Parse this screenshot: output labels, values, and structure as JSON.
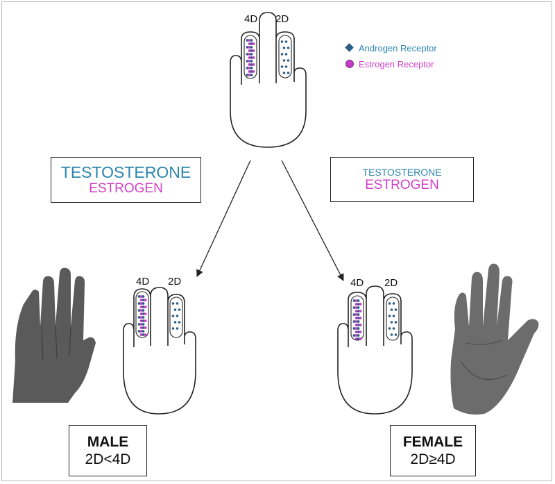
{
  "top_hand": {
    "label_4d": "4D",
    "label_2d": "2D"
  },
  "legend": {
    "androgen_receptor": "Androgen Receptor",
    "estrogen_receptor": "Estrogen Receptor",
    "androgen_color": "#2e5d86",
    "estrogen_color": "#c63ac8"
  },
  "left_box": {
    "testosterone": "TESTOSTERONE",
    "estrogen": "ESTROGEN"
  },
  "right_box": {
    "testosterone": "TESTOSTERONE",
    "estrogen": "ESTROGEN"
  },
  "male": {
    "label_4d": "4D",
    "label_2d": "2D",
    "title": "MALE",
    "ratio": "2D<4D"
  },
  "female": {
    "label_4d": "4D",
    "label_2d": "2D",
    "title": "FEMALE",
    "ratio": "2D≥4D"
  },
  "colors": {
    "testosterone": "#2c86ae",
    "estrogen": "#d23fc8",
    "photo_hand": "#5a5a5a"
  }
}
